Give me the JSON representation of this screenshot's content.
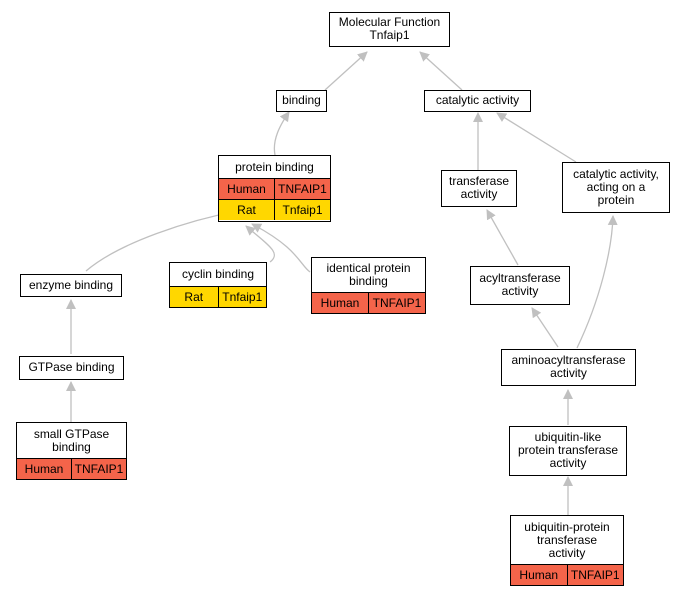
{
  "colors": {
    "human": "#f4644a",
    "rat": "#ffd700",
    "edge": "#c0c0c0"
  },
  "nodes": {
    "root": {
      "label": "Molecular Function\nTnfaip1"
    },
    "binding": {
      "label": "binding"
    },
    "catalytic": {
      "label": "catalytic activity"
    },
    "protein_binding": {
      "label": "protein binding",
      "rows": [
        {
          "species": "Human",
          "gene": "TNFAIP1"
        },
        {
          "species": "Rat",
          "gene": "Tnfaip1"
        }
      ]
    },
    "transferase": {
      "label": "transferase\nactivity"
    },
    "catalytic_protein": {
      "label": "catalytic activity,\nacting on a\nprotein"
    },
    "enzyme_binding": {
      "label": "enzyme binding"
    },
    "cyclin_binding": {
      "label": "cyclin binding",
      "rows": [
        {
          "species": "Rat",
          "gene": "Tnfaip1"
        }
      ]
    },
    "identical_protein": {
      "label": "identical protein\nbinding",
      "rows": [
        {
          "species": "Human",
          "gene": "TNFAIP1"
        }
      ]
    },
    "acyltransferase": {
      "label": "acyltransferase\nactivity"
    },
    "gtpase_binding": {
      "label": "GTPase binding"
    },
    "aminoacyl": {
      "label": "aminoacyltransferase\nactivity"
    },
    "small_gtpase": {
      "label": "small GTPase\nbinding",
      "rows": [
        {
          "species": "Human",
          "gene": "TNFAIP1"
        }
      ]
    },
    "ubl_transferase": {
      "label": "ubiquitin-like\nprotein transferase\nactivity"
    },
    "ub_transferase": {
      "label": "ubiquitin-protein\ntransferase\nactivity",
      "rows": [
        {
          "species": "Human",
          "gene": "TNFAIP1"
        }
      ]
    }
  }
}
